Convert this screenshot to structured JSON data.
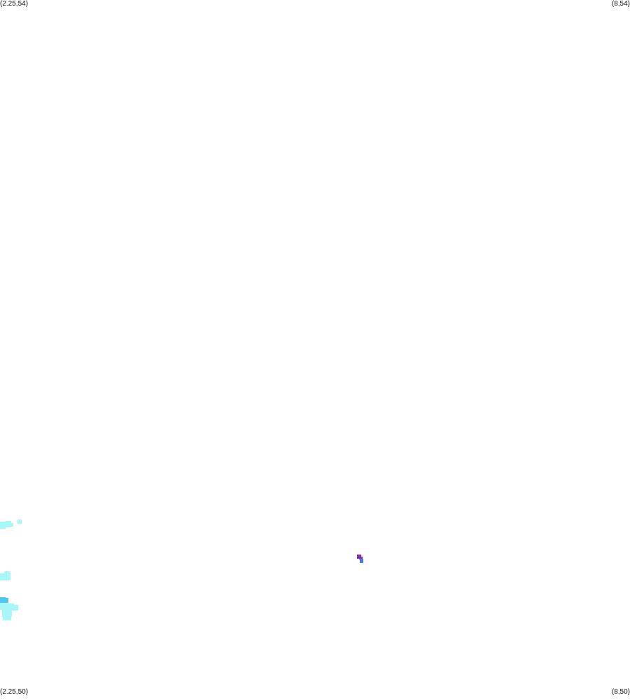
{
  "map": {
    "bounds": {
      "lon_min": 2.25,
      "lon_max": 8,
      "lat_min": 50,
      "lat_max": 54
    },
    "corners": {
      "top_left": "(2.25,54)",
      "top_right": "(8,54)",
      "bottom_left": "(2.25,50)",
      "bottom_right": "(8,50)"
    },
    "colors": {
      "background": "#ffffff",
      "light_cyan": "#a6f7f7",
      "cyan": "#87edf2",
      "sky_blue": "#4fc6ef",
      "blue": "#3f7ce0",
      "purple": "#8a2ab8"
    }
  }
}
